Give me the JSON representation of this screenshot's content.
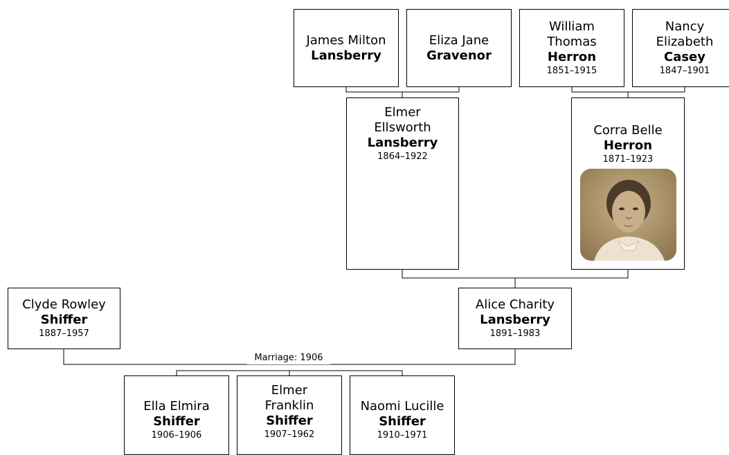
{
  "people": {
    "james_milton": {
      "given": "James Milton",
      "surname": "Lansberry"
    },
    "eliza_jane": {
      "given": "Eliza Jane",
      "surname": "Gravenor"
    },
    "william_thomas": {
      "given1": "William",
      "given2": "Thomas",
      "surname": "Herron",
      "dates": "1851–1915"
    },
    "nancy_elizabeth": {
      "given1": "Nancy",
      "given2": "Elizabeth",
      "surname": "Casey",
      "dates": "1847–1901"
    },
    "elmer_ellsworth": {
      "given1": "Elmer",
      "given2": "Ellsworth",
      "surname": "Lansberry",
      "dates": "1864–1922"
    },
    "corra_belle": {
      "given": "Corra Belle",
      "surname": "Herron",
      "dates": "1871–1923"
    },
    "clyde_rowley": {
      "given": "Clyde Rowley",
      "surname": "Shiffer",
      "dates": "1887–1957"
    },
    "alice_charity": {
      "given": "Alice Charity",
      "surname": "Lansberry",
      "dates": "1891–1983"
    },
    "ella_elmira": {
      "given": "Ella Elmira",
      "surname": "Shiffer",
      "dates": "1906–1906"
    },
    "elmer_franklin": {
      "given1": "Elmer",
      "given2": "Franklin",
      "surname": "Shiffer",
      "dates": "1907–1962"
    },
    "naomi_lucille": {
      "given": "Naomi Lucille",
      "surname": "Shiffer",
      "dates": "1910–1971"
    }
  },
  "marriage_label": "Marriage: 1906",
  "colors": {
    "border": "#000000",
    "background": "#ffffff",
    "photo_sepia": "#b39a6e"
  }
}
